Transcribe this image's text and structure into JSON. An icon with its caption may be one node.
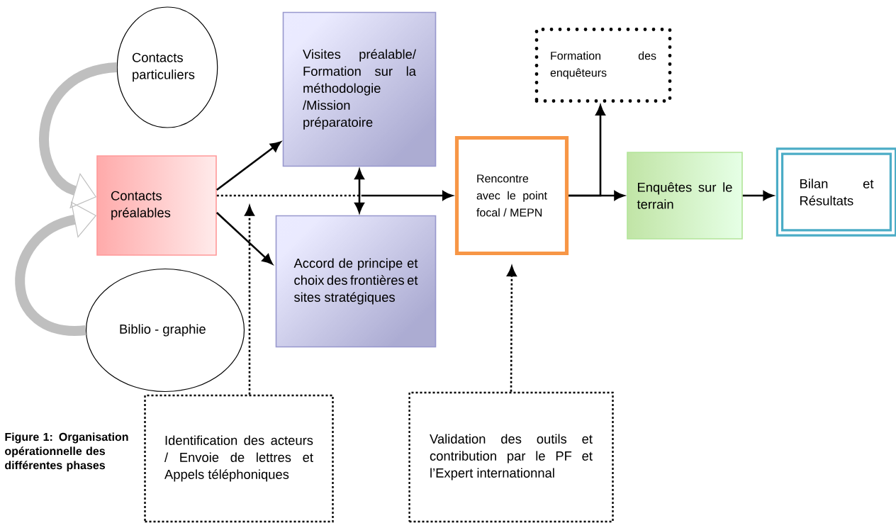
{
  "diagram": {
    "caption": "Figure 1: Organisation opérationnelle des différentes phases",
    "nodes": [
      {
        "text": [
          "Contacts particuliers"
        ]
      },
      {
        "text": [
          "Visites préalable/ Formation sur la méthodologie /Mission préparatoire"
        ]
      },
      {
        "text": [
          "Formation des enquêteurs"
        ]
      },
      {
        "text": [
          "Contacts préalables"
        ]
      },
      {
        "text": [
          "Rencontre avec le point focal / MEPN"
        ]
      },
      {
        "text": [
          "Enquêtes sur le terrain"
        ]
      },
      {
        "text": [
          "Bilan et Résultats"
        ]
      },
      {
        "text": [
          "Accord de principe et choix des frontières et sites stratégiques"
        ]
      },
      {
        "text": [
          "Biblio - graphie"
        ]
      },
      {
        "text": [
          "Identification des acteurs / Envoie de lettres et Appels téléphoniques"
        ]
      },
      {
        "text": [
          "Validation des outils et contribution par le PF et l’Expert internationnal"
        ]
      }
    ],
    "edges": [
      {
        "from": 0,
        "to": 3,
        "arrow": "to",
        "style": "thick",
        "color": "#bfbfbf"
      },
      {
        "from": 8,
        "to": 3,
        "arrow": "to",
        "style": "thick",
        "color": "#bfbfbf"
      },
      {
        "from": 3,
        "to": 1,
        "arrow": "to"
      },
      {
        "from": 3,
        "to": 7,
        "arrow": "to"
      },
      {
        "from": 3,
        "to": 4,
        "arrow": "to",
        "style": "dashed"
      },
      {
        "from": 1,
        "to": 7,
        "arrow": "both"
      },
      {
        "from": 9,
        "to": null,
        "arrow": "to",
        "style": "dashed"
      },
      {
        "from": 10,
        "to": 4,
        "arrow": "to",
        "style": "dashed"
      },
      {
        "from": 4,
        "to": 5,
        "arrow": "to"
      },
      {
        "from": 4,
        "to": 2,
        "arrow": "to"
      },
      {
        "from": 5,
        "to": 6,
        "arrow": "to"
      }
    ]
  }
}
